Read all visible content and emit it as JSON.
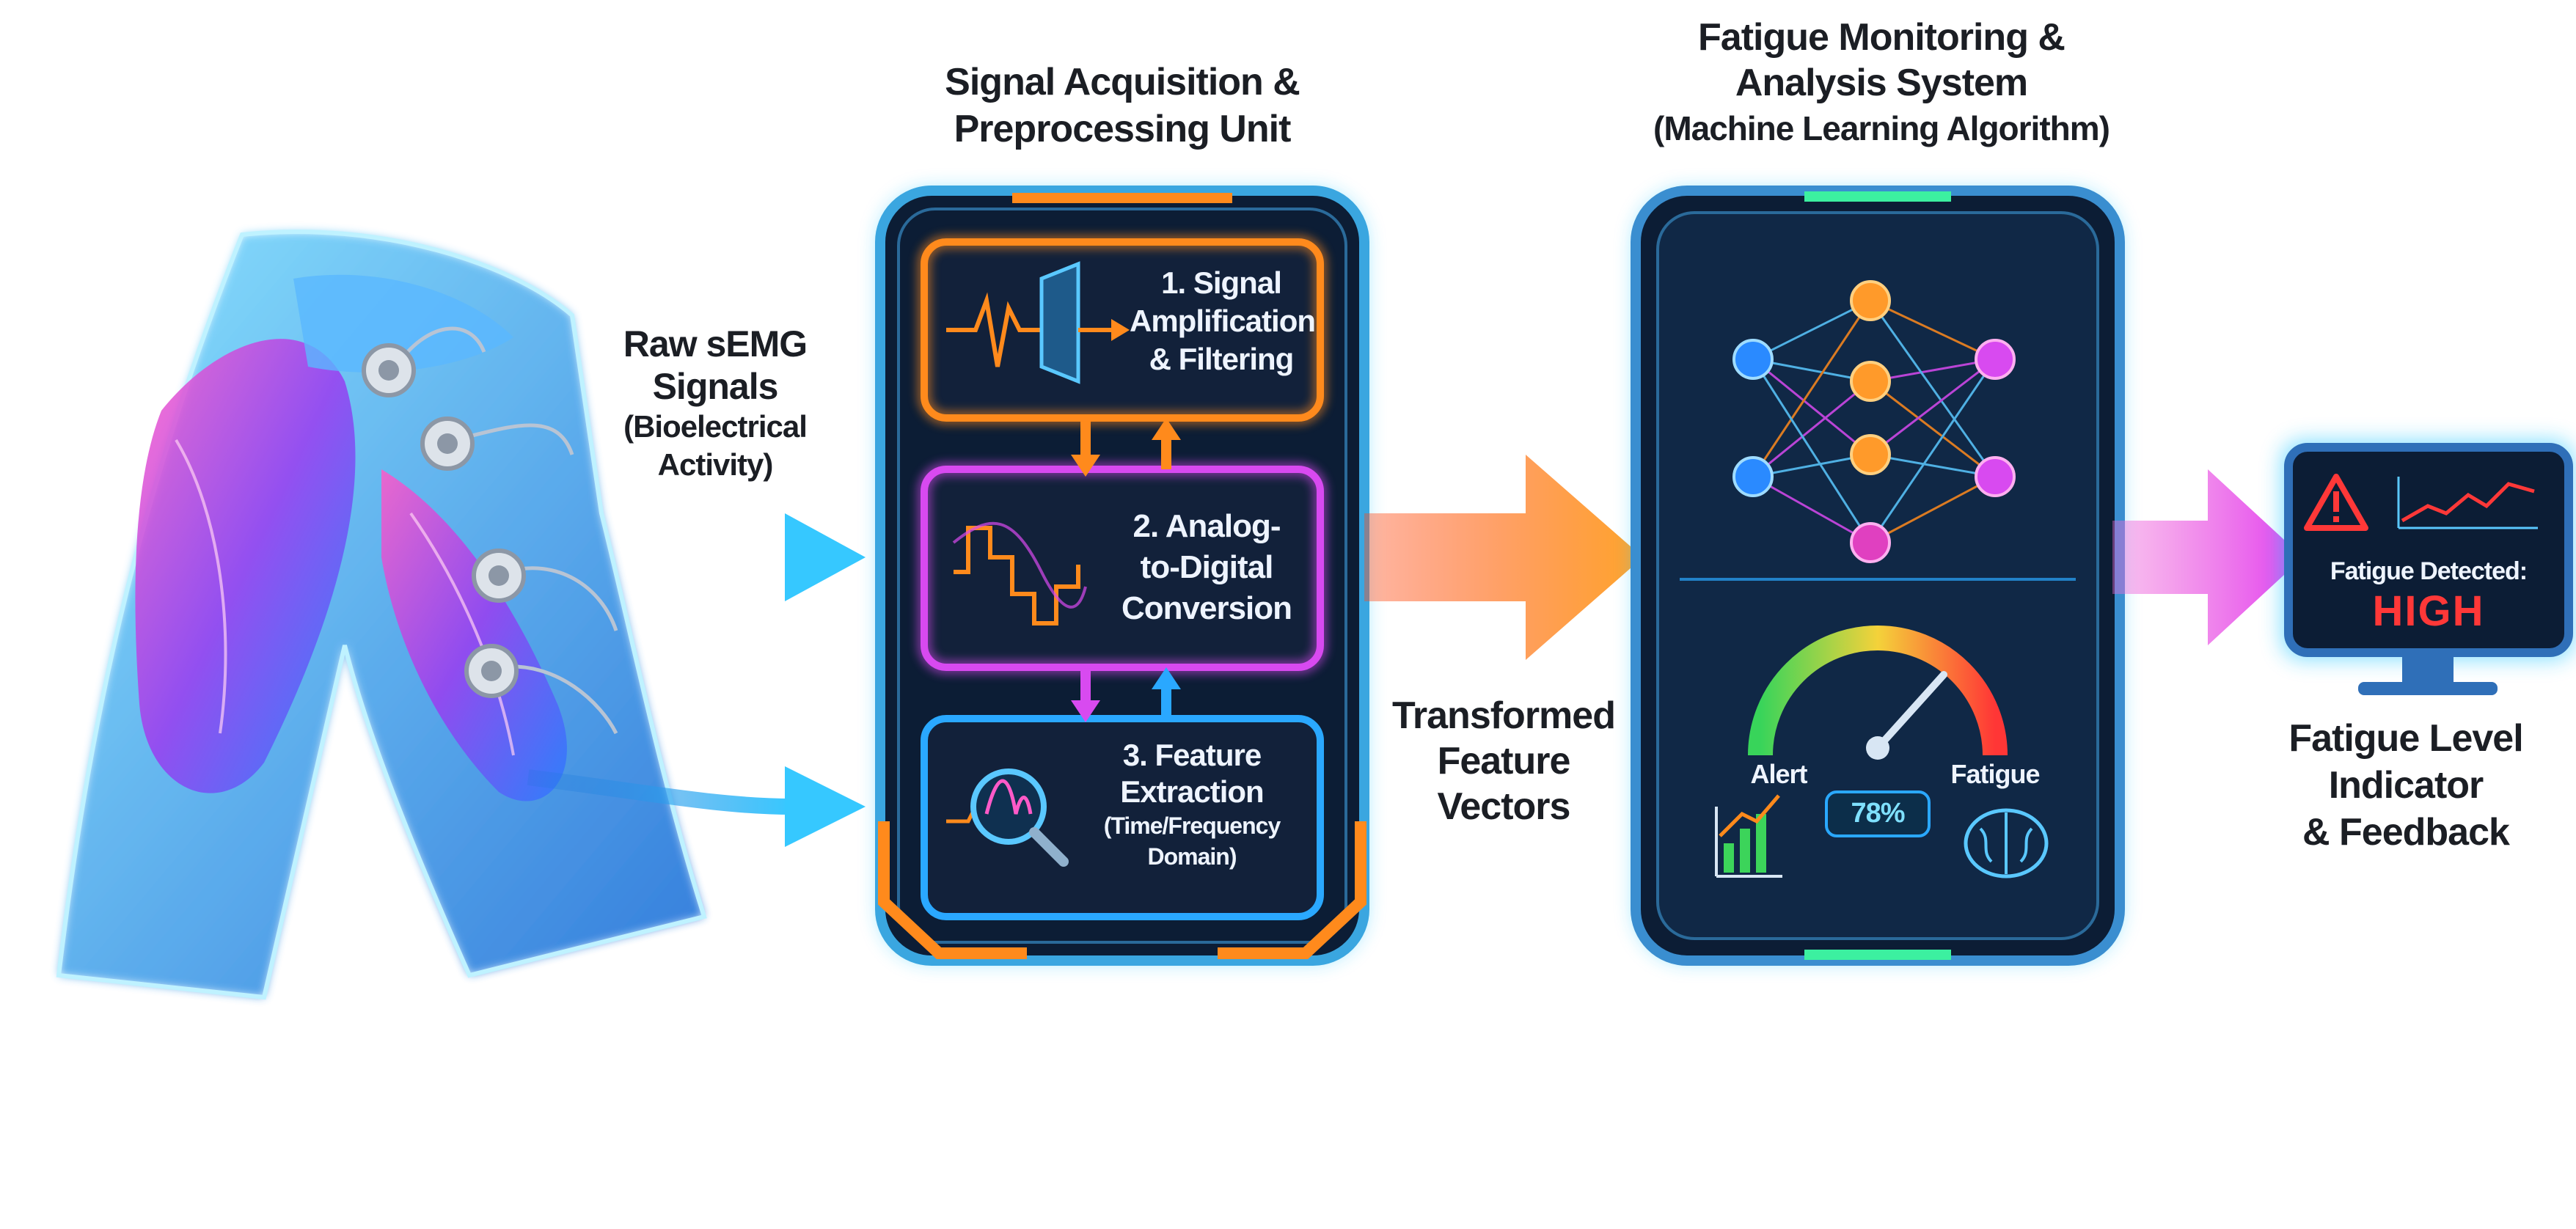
{
  "sensor": {
    "title_line1": "Raw sEMG",
    "title_line2": "Signals",
    "sub_line1": "(Bioelectrical",
    "sub_line2": "Activity)"
  },
  "acquisition": {
    "title_line1": "Signal Acquisition &",
    "title_line2": "Preprocessing Unit",
    "step1_line1": "1. Signal",
    "step1_line2": "Amplification",
    "step1_line3": "& Filtering",
    "step2_line1": "2. Analog-",
    "step2_line2": "to-Digital",
    "step2_line3": "Conversion",
    "step3_line1": "3. Feature",
    "step3_line2": "Extraction",
    "step3_line3": "(Time/Frequency",
    "step3_line4": "Domain)"
  },
  "transfer": {
    "line1": "Transformed",
    "line2": "Feature",
    "line3": "Vectors"
  },
  "analysis": {
    "title_line1": "Fatigue Monitoring &",
    "title_line2": "Analysis System",
    "title_line3": "(Machine Learning Algorithm)",
    "gauge_left": "Alert",
    "gauge_right": "Fatigue",
    "gauge_value": "78%"
  },
  "monitor": {
    "status_label": "Fatigue Detected:",
    "status_value": "HIGH"
  },
  "output": {
    "line1": "Fatigue Level",
    "line2": "Indicator",
    "line3": "& Feedback"
  },
  "colors": {
    "cyan": "#28c8ff",
    "orange": "#ff8a1c",
    "magenta": "#e040f0",
    "panel_dark": "#0c1d35",
    "alert_red": "#ff3838",
    "gauge_green": "#3cd45a"
  },
  "icons": [
    "waveform-icon",
    "filter-icon",
    "step-waveform-icon",
    "magnifier-icon",
    "neural-network-icon",
    "gauge-icon",
    "bar-chart-icon",
    "brain-icon",
    "warning-icon",
    "monitor-icon"
  ]
}
